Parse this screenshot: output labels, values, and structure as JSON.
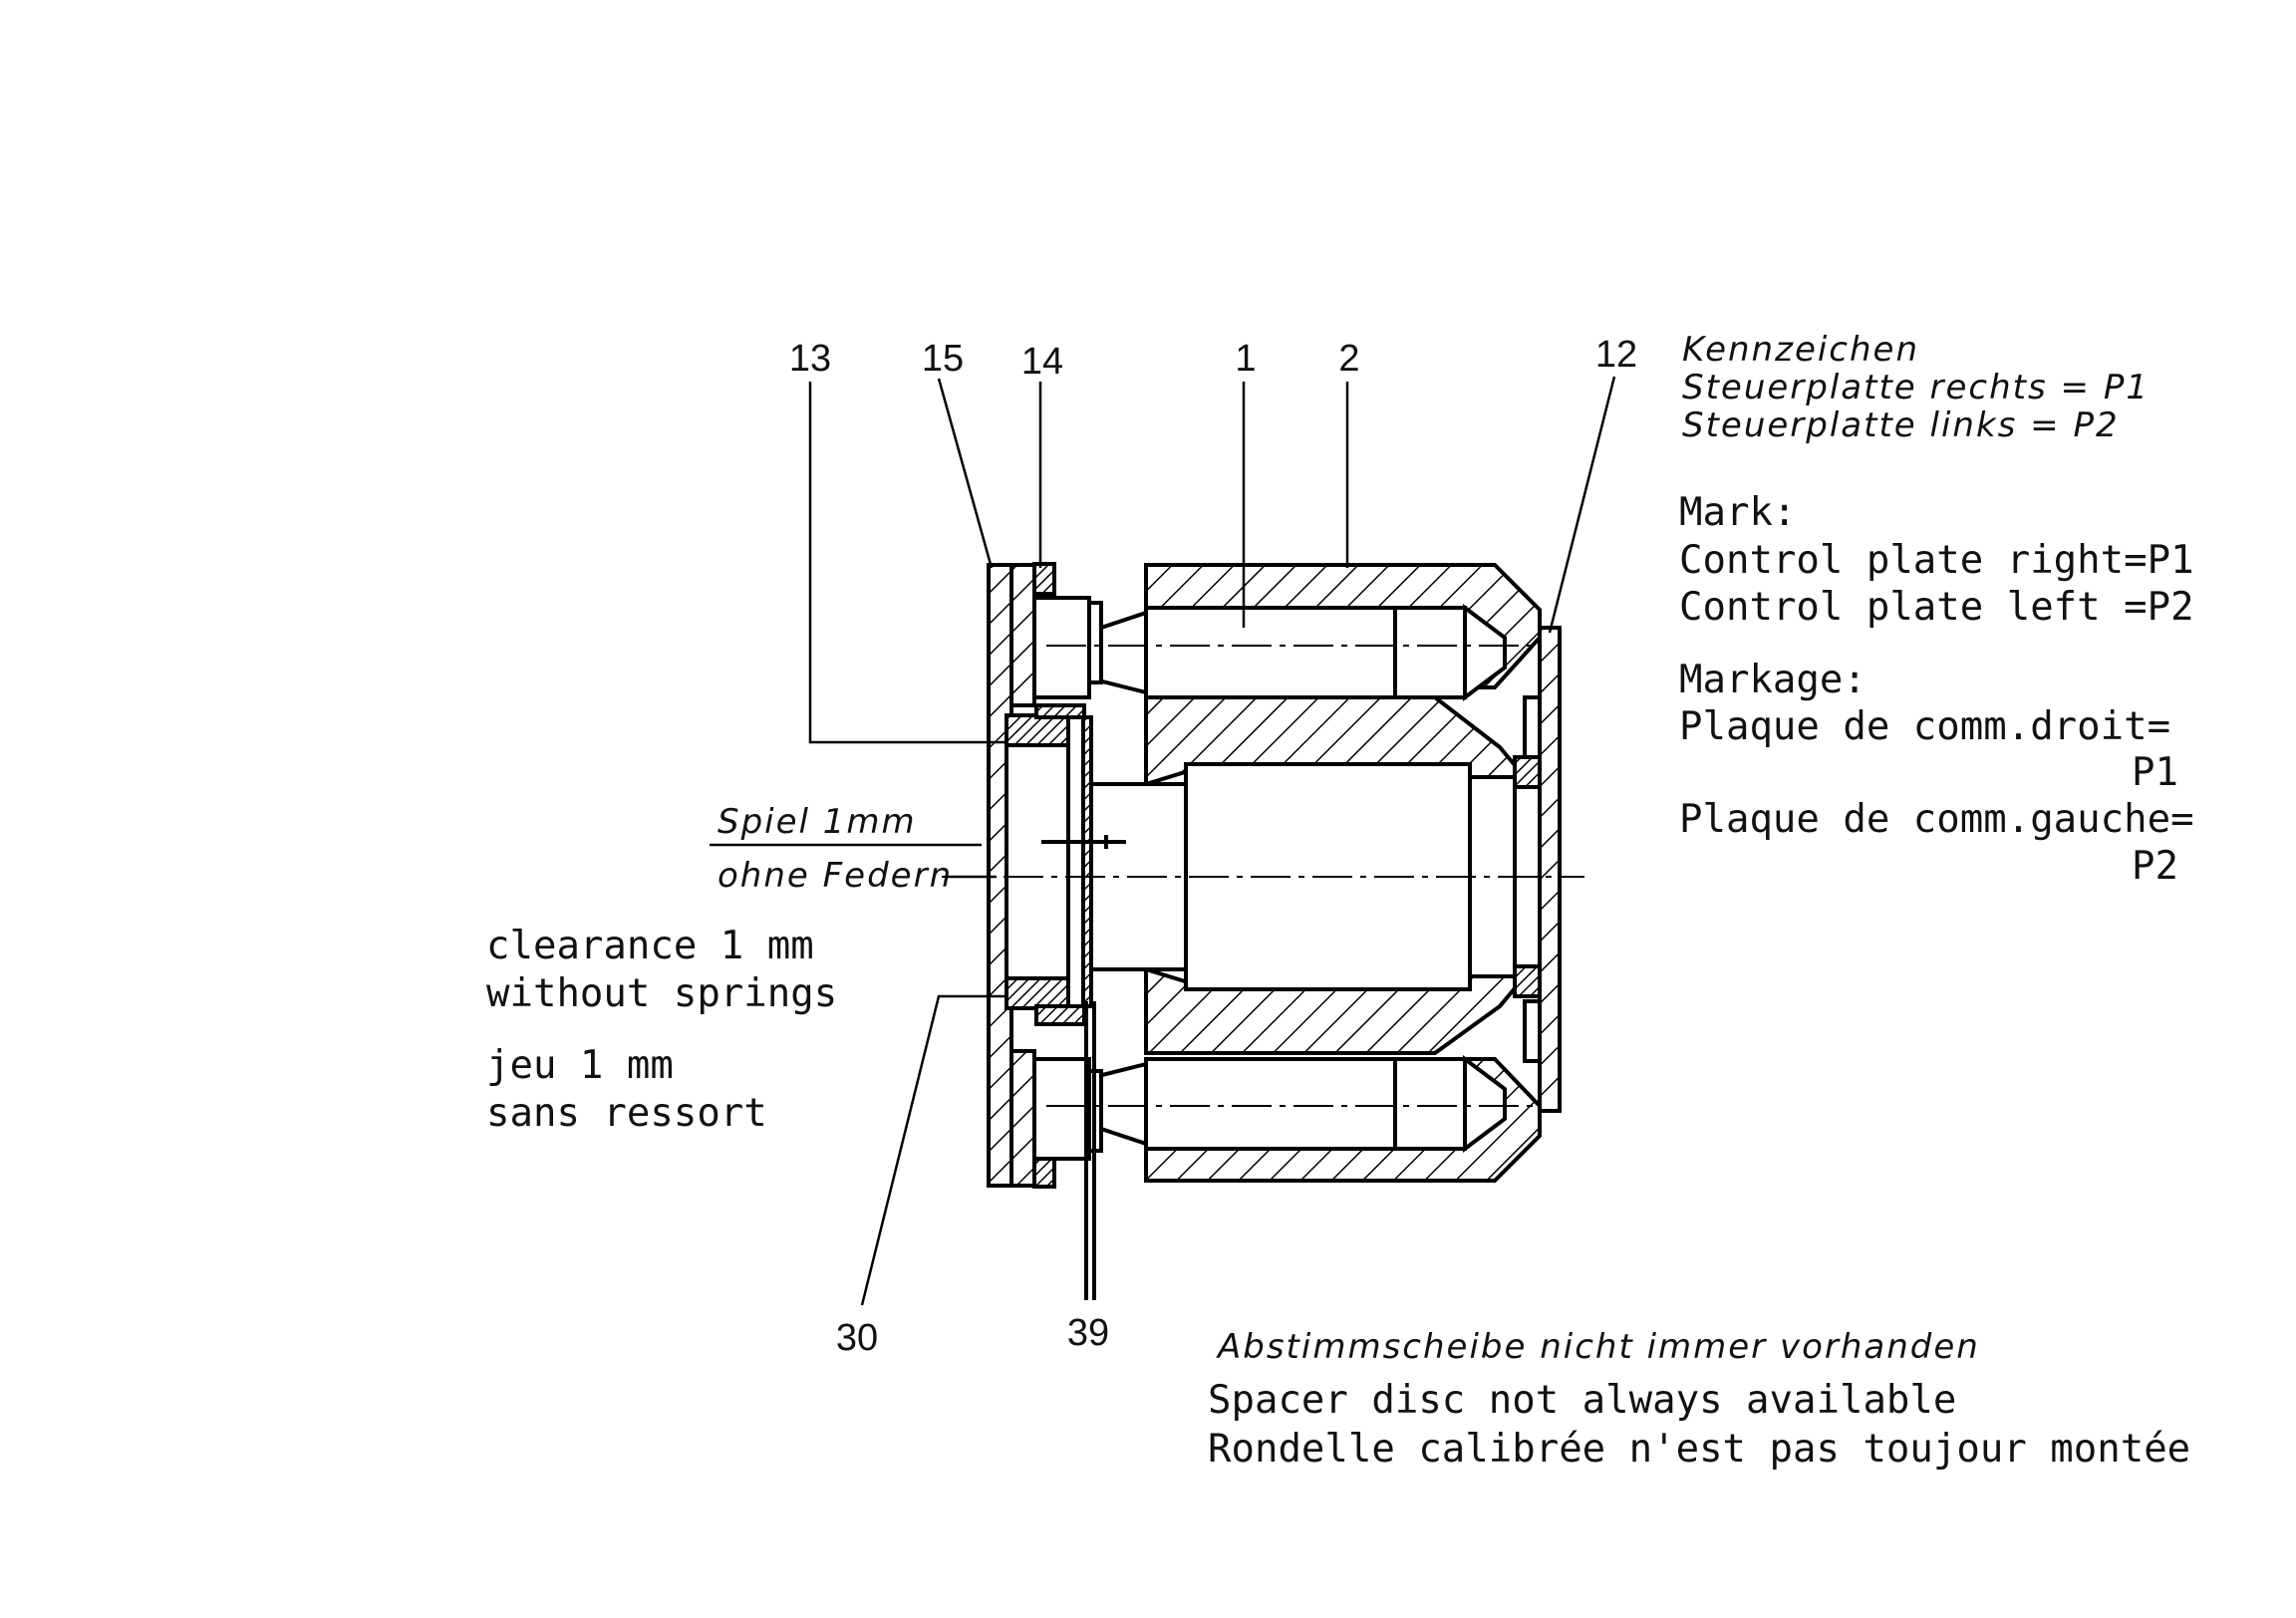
{
  "callouts": {
    "c13": "13",
    "c15": "15",
    "c14": "14",
    "c1": "1",
    "c2": "2",
    "c12": "12",
    "c30": "30",
    "c39": "39"
  },
  "marking": {
    "de": [
      "Kennzeichen",
      "Steuerplatte rechts = P1",
      "Steuerplatte links  = P2"
    ],
    "en": [
      "Mark:",
      "Control plate right=P1",
      "Control plate left =P2"
    ],
    "fr": [
      "Markage:",
      "Plaque de comm.droit=",
      "P1",
      "Plaque de comm.gauche=",
      "P2"
    ]
  },
  "clearance": {
    "de_line1": "Spiel 1mm",
    "de_line2": "ohne Federn",
    "en": [
      "clearance 1 mm",
      "without springs"
    ],
    "fr": [
      "jeu 1 mm",
      "sans ressort"
    ]
  },
  "spacer_note": {
    "de": "Abstimmscheibe nicht immer vorhanden",
    "en": "Spacer disc not always available",
    "fr": "Rondelle calibrée n'est pas toujour montée"
  }
}
